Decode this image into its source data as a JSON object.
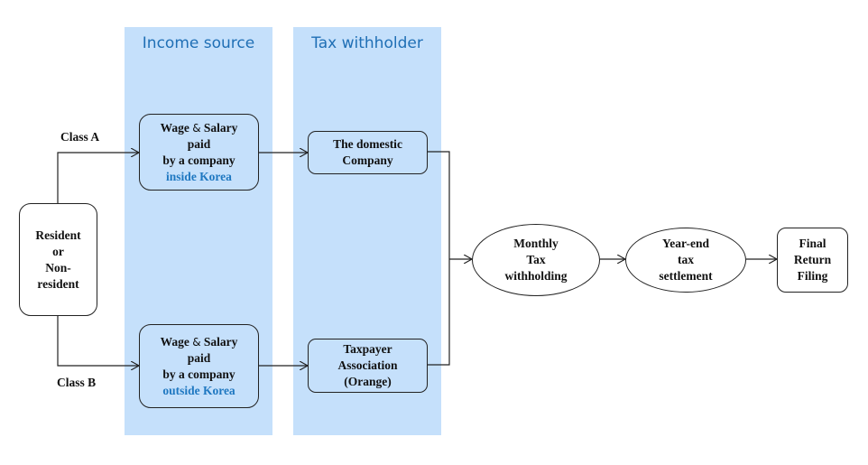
{
  "lanes": {
    "income_source": "Income source",
    "tax_withholder": "Tax withholder"
  },
  "labels": {
    "class_a": "Class A",
    "class_b": "Class B"
  },
  "nodes": {
    "resident": [
      "Resident",
      "or",
      "Non-",
      "resident"
    ],
    "wage_inside": {
      "l1": "Wage",
      "amp": "&",
      "l1b": "Salary",
      "l2": "paid",
      "l3": "by a company",
      "l4": "inside Korea"
    },
    "wage_outside": {
      "l1": "Wage",
      "amp": "&",
      "l1b": "Salary",
      "l2": "paid",
      "l3": "by a company",
      "l4": "outside Korea"
    },
    "domestic_company": [
      "The domestic",
      "Company"
    ],
    "taxpayer_association": [
      "Taxpayer",
      "Association",
      "(Orange)"
    ],
    "monthly": [
      "Monthly",
      "Tax",
      "withholding"
    ],
    "year_end": [
      "Year-end",
      "tax",
      "settlement"
    ],
    "final": [
      "Final",
      "Return",
      "Filing"
    ]
  },
  "colors": {
    "lane_bg": "#c5e0fb",
    "lane_title": "#1f6fb5",
    "highlight": "#1f78c1"
  }
}
